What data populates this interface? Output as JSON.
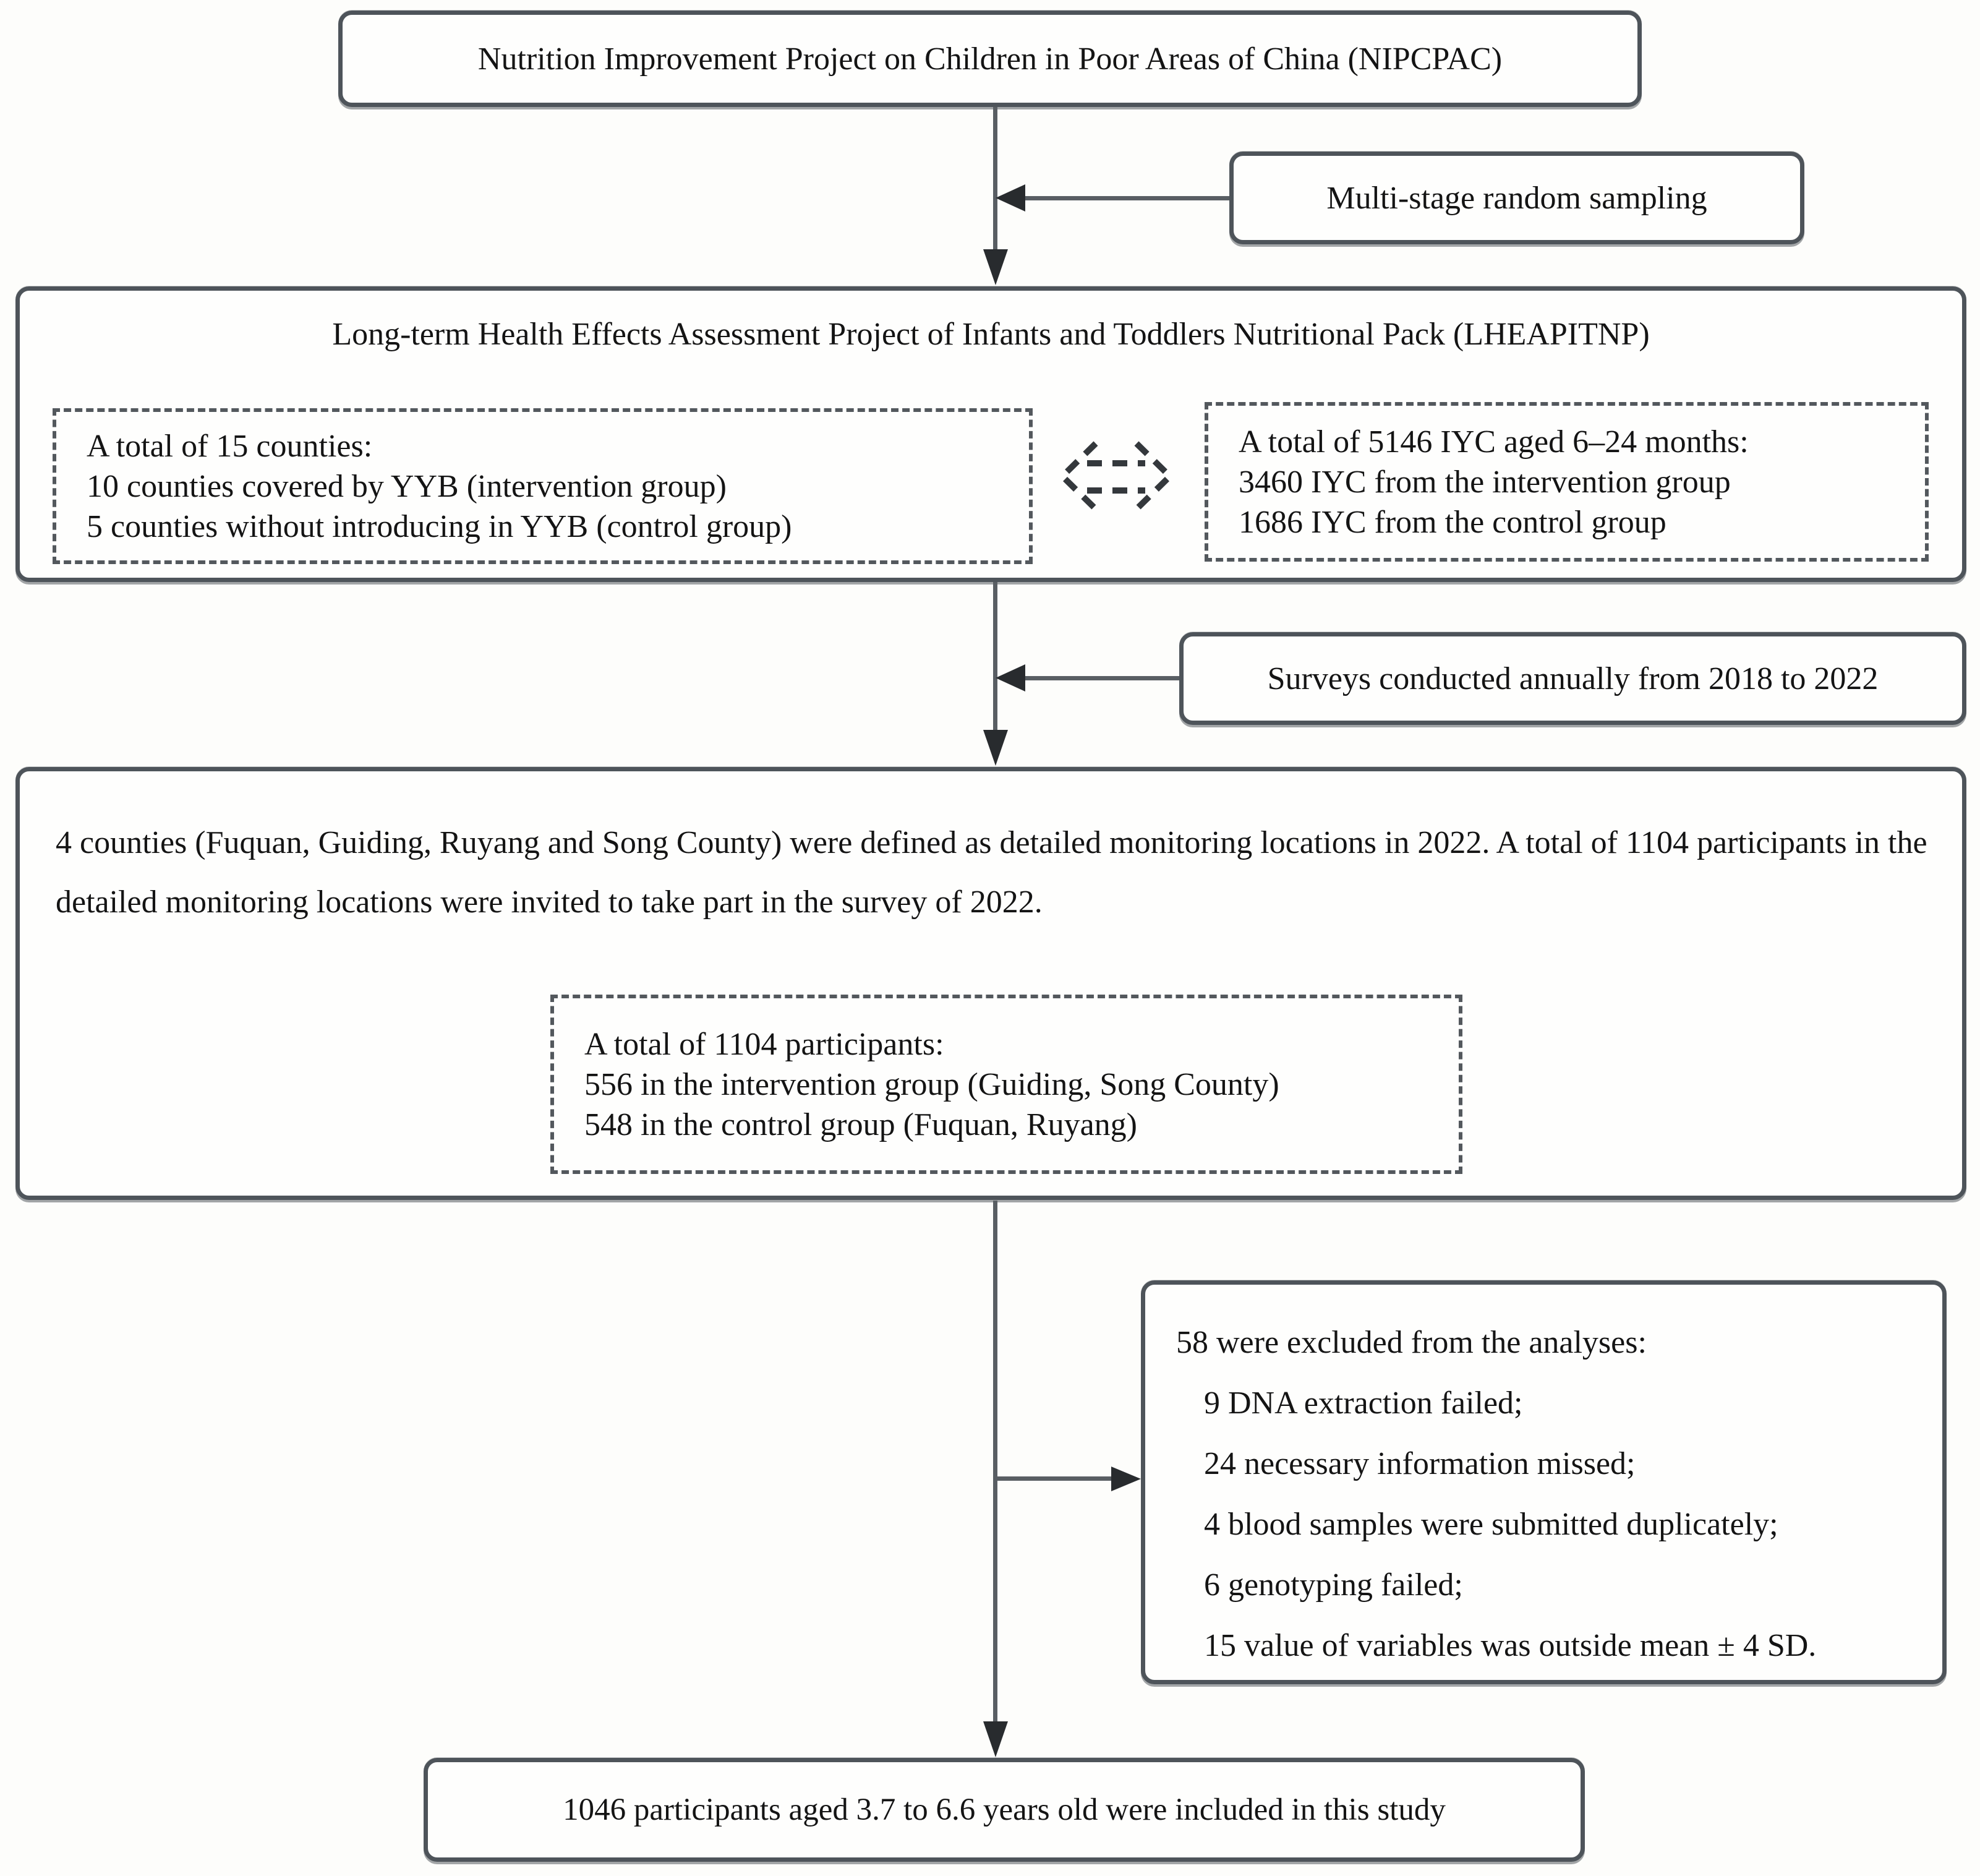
{
  "colors": {
    "background": "#fdfdfb",
    "box_border": "#4e545a",
    "dashed_border": "#53585d",
    "arrow_line": "#595e63",
    "arrow_head": "#282b2e",
    "text": "#141414"
  },
  "nipcpac_box": {
    "text": "Nutrition Improvement Project on Children in Poor Areas of China (NIPCPAC)"
  },
  "sampling_box": {
    "text": "Multi-stage random sampling"
  },
  "lheapitnp_box": {
    "title": "Long-term Health Effects Assessment Project of Infants and Toddlers Nutritional Pack (LHEAPITNP)",
    "counties_lines": [
      "A total of 15 counties:",
      "10 counties covered by YYB (intervention group)",
      "5 counties without introducing in YYB (control group)"
    ],
    "iyc_lines": [
      "A total of 5146 IYC aged 6–24 months:",
      "3460 IYC from  the intervention group",
      "1686 IYC from the control group"
    ]
  },
  "surveys_box": {
    "text": "Surveys conducted annually from 2018 to 2022"
  },
  "monitoring_box": {
    "paragraph": "4 counties (Fuquan, Guiding, Ruyang and Song County) were defined as detailed monitoring locations in 2022. A total of 1104 participants in the detailed monitoring locations were invited to take part in the survey of 2022.",
    "participants_lines": [
      "A total of 1104 participants:",
      "556 in the intervention group (Guiding, Song County)",
      "548 in the control group (Fuquan, Ruyang)"
    ]
  },
  "excluded_box": {
    "heading": "58 were excluded from the analyses:",
    "items": [
      "9 DNA extraction failed;",
      "24 necessary information missed;",
      "4 blood samples were submitted duplicately;",
      "6 genotyping failed;",
      "15 value of variables was outside mean ± 4 SD."
    ]
  },
  "included_box": {
    "text": "1046 participants aged 3.7 to 6.6 years old were included in this study"
  },
  "icons": {
    "exchange_arrow": "dashed-double-headed-arrow"
  }
}
